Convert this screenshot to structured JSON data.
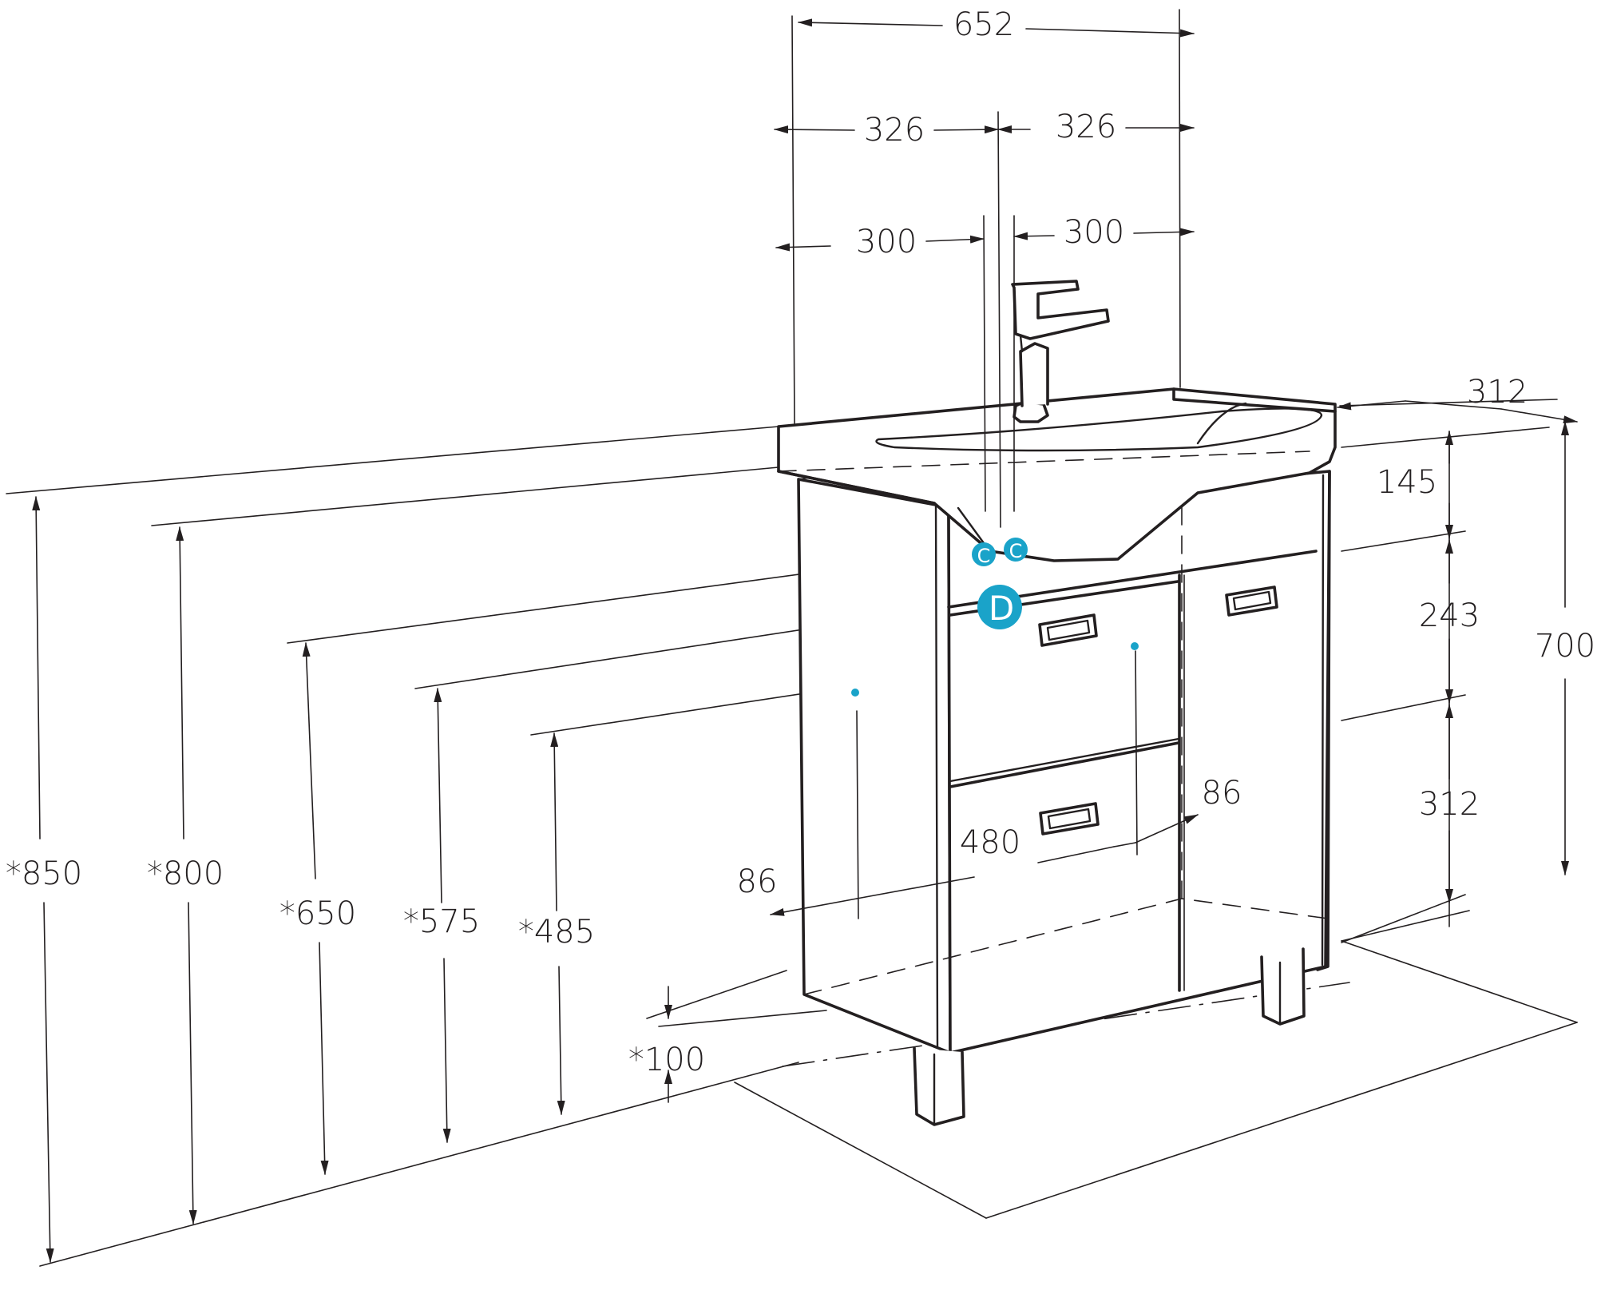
{
  "accent_color": "#1aa3c9",
  "line_color": "#231f20",
  "icons": [
    "faucet-icon",
    "connection-cold-hot-icon",
    "drain-icon"
  ],
  "top": {
    "overall_width": "652",
    "left_to_center": "326",
    "right_from_center": "326",
    "faucet_left": "300",
    "faucet_right": "300"
  },
  "right": {
    "depth": "312",
    "top_block": "145",
    "middle_block": "243",
    "bottom_block": "312",
    "overall_height": "700"
  },
  "left": {
    "h850": "*850",
    "h800": "*800",
    "h650": "*650",
    "h575": "*575",
    "h485": "*485",
    "leg_height": "*100"
  },
  "bottom": {
    "offset_left": "86",
    "span": "480",
    "offset_right": "86"
  },
  "markers": {
    "cold": "C",
    "hot": "C",
    "drain": "D"
  }
}
